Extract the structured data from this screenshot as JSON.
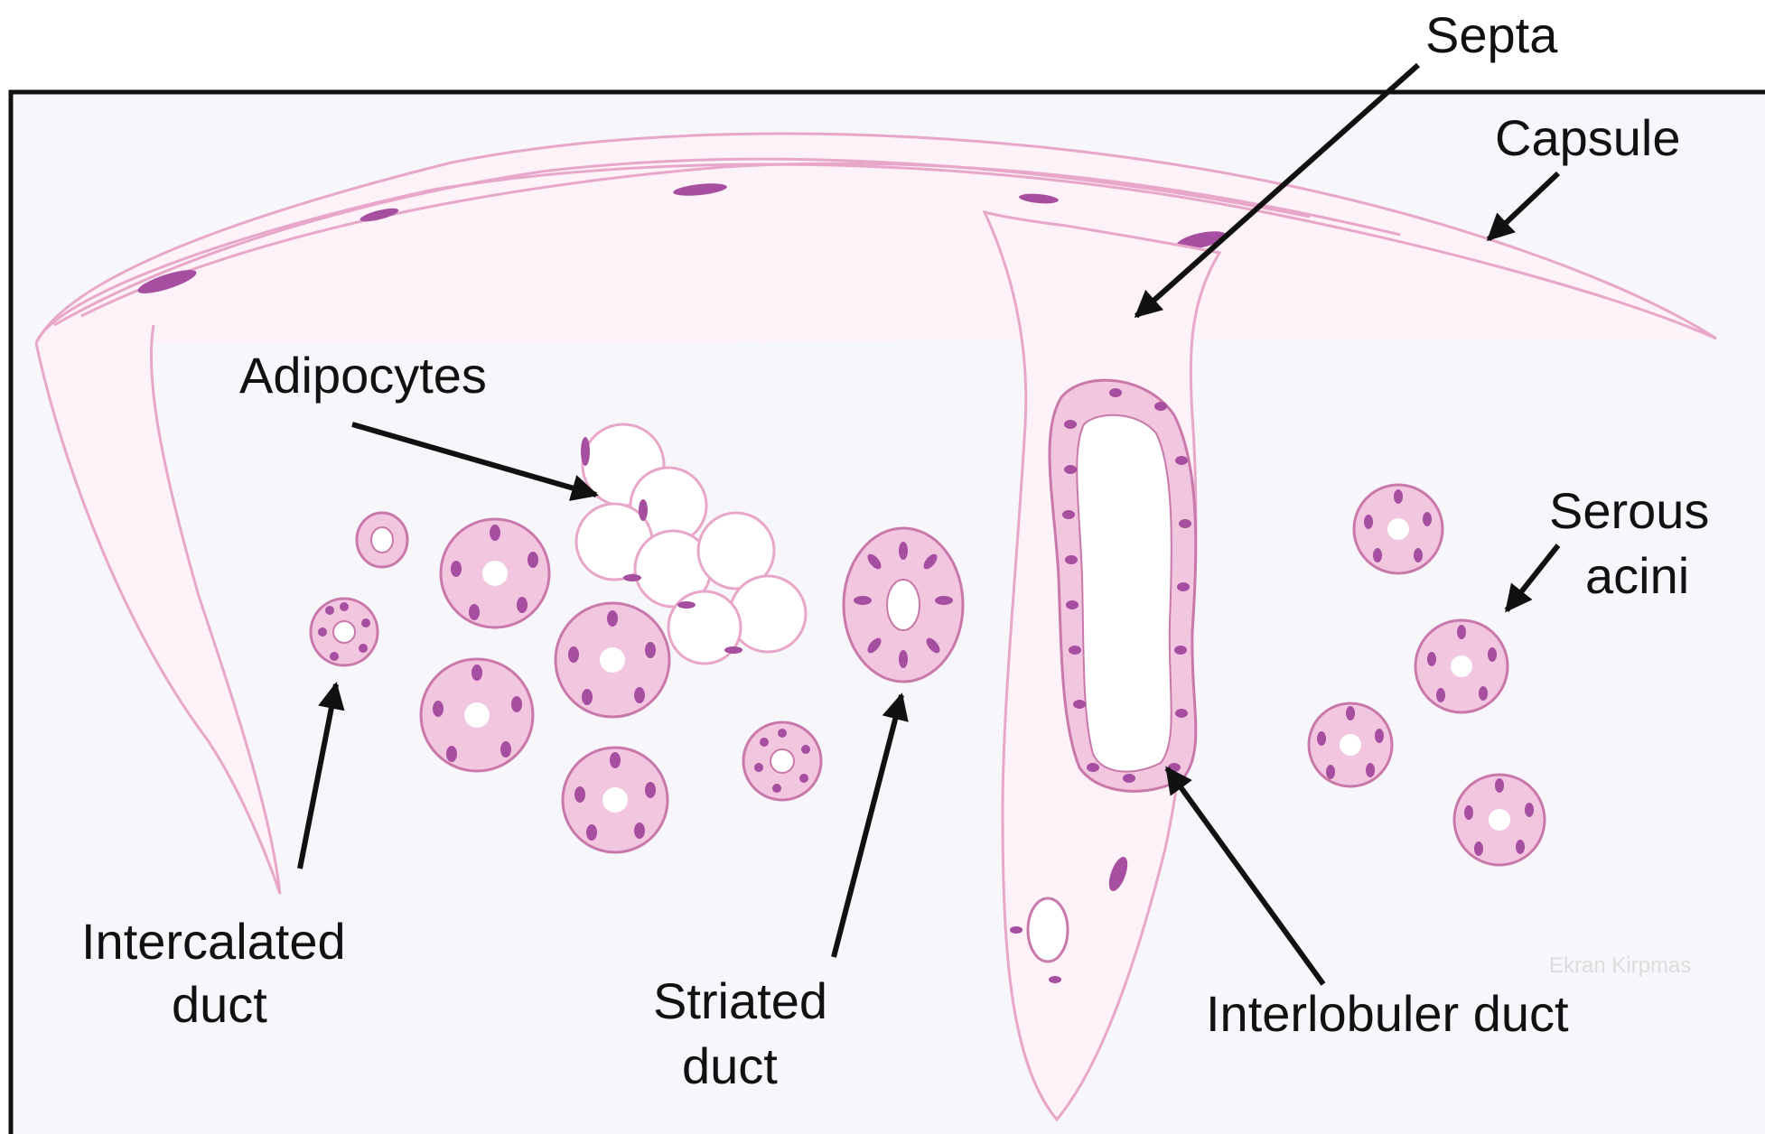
{
  "diagram": {
    "labels": {
      "septa": "Septa",
      "capsule": "Capsule",
      "adipocytes": "Adipocytes",
      "serous_acini_line1": "Serous",
      "serous_acini_line2": "acini",
      "intercalated_duct_line1": "Intercalated",
      "intercalated_duct_line2": "duct",
      "striated_duct_line1": "Striated",
      "striated_duct_line2": "duct",
      "interlobular_duct": "Interlobuler duct"
    },
    "watermark": "Ekran Kirpmas",
    "colors": {
      "tissue_line": "#e8a7c9",
      "tissue_fill": "#fbeef5",
      "background": "#f7f6fb",
      "nucleus": "#a64ea0",
      "arrow": "#111111",
      "frame": "#111111"
    }
  }
}
